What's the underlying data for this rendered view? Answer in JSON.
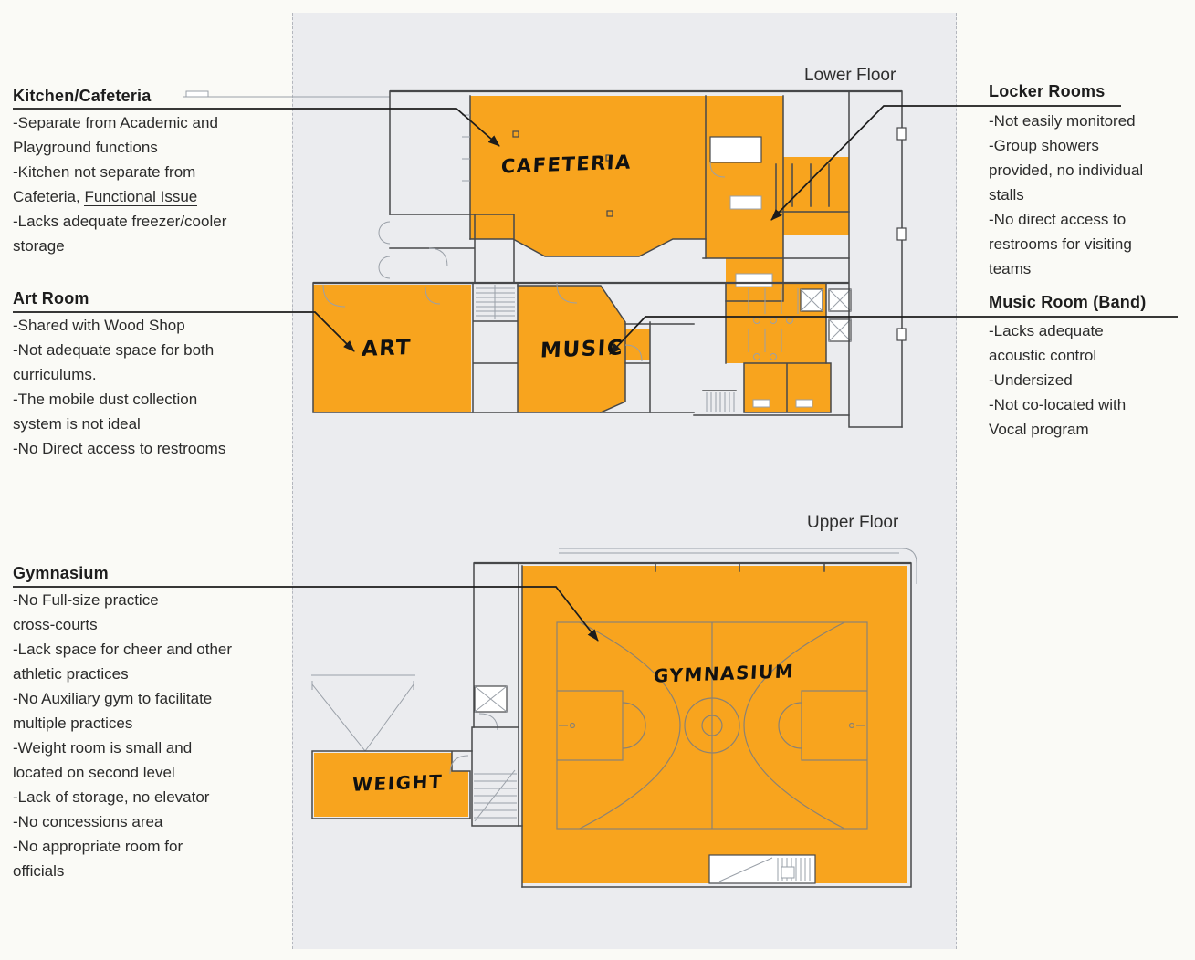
{
  "colors": {
    "highlight": "#F8A41E",
    "panel-bg": "#EBECEF",
    "page-bg": "#FAFAF6",
    "wall": "#47484a",
    "arrow": "#1c1c1c"
  },
  "floors": {
    "lower_label": "Lower Floor",
    "upper_label": "Upper Floor"
  },
  "rooms": {
    "cafeteria": "CAFETERIA",
    "art": "ART",
    "music": "MUSIC",
    "gymnasium": "GYMNASIUM",
    "weight": "WEIGHT"
  },
  "notes": {
    "kitchen": {
      "title": "Kitchen/Cafeteria",
      "l1": "-Separate from Academic and",
      "l2": "Playground functions",
      "l3": "-Kitchen not separate from",
      "l4a": "Cafeteria, ",
      "l4b": "Functional Issue",
      "l5": "-Lacks adequate freezer/cooler",
      "l6": "storage"
    },
    "art": {
      "title": "Art Room",
      "body": "-Shared with Wood Shop\n-Not adequate space for both\ncurriculums.\n-The mobile dust collection\nsystem is not ideal\n-No Direct access to restrooms"
    },
    "gym": {
      "title": "Gymnasium",
      "body": "-No Full-size practice\ncross-courts\n-Lack space for cheer and other\nathletic practices\n-No Auxiliary gym to facilitate\nmultiple practices\n-Weight room is small and\nlocated on second level\n-Lack of storage, no elevator\n-No concessions area\n-No appropriate room for\nofficials"
    },
    "locker": {
      "title": "Locker Rooms",
      "body": "-Not easily monitored\n-Group showers\nprovided, no individual\nstalls\n-No direct access to\nrestrooms for visiting\nteams"
    },
    "music": {
      "title": "Music Room (Band)",
      "body": "-Lacks adequate\nacoustic control\n-Undersized\n-Not co-located with\nVocal program"
    }
  }
}
